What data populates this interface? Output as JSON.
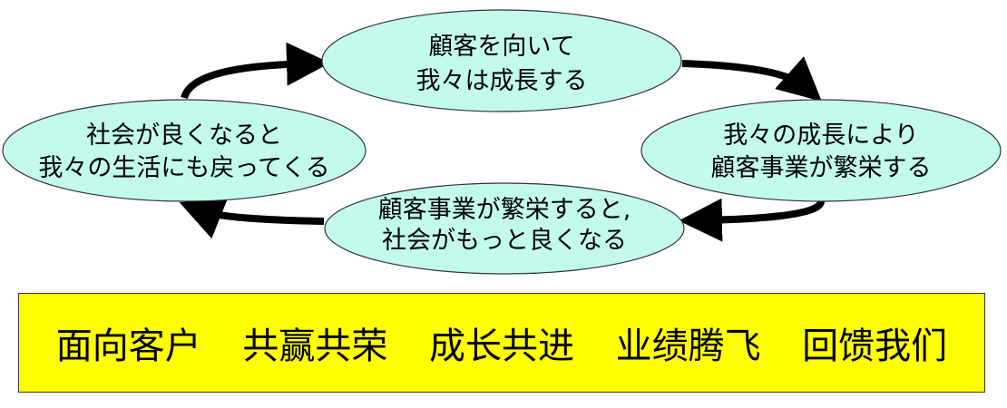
{
  "colors": {
    "node_fill": "#c2fbee",
    "node_stroke": "#333333",
    "arrow": "#000000",
    "banner_fill": "#ffff00"
  },
  "cycle": {
    "nodes": [
      {
        "lines": [
          "顧客を向いて",
          "我々は成長する"
        ]
      },
      {
        "lines": [
          "我々の成長により",
          "顧客事業が繁栄する"
        ]
      },
      {
        "lines": [
          "顧客事業が繁栄すると,",
          "社会がもっと良くなる"
        ]
      },
      {
        "lines": [
          "社会が良くなると",
          "我々の生活にも戻ってくる"
        ]
      }
    ]
  },
  "banner": {
    "phrases": [
      "面向客户",
      "共赢共荣",
      "成长共进",
      "业绩腾飞",
      "回馈我们"
    ]
  }
}
